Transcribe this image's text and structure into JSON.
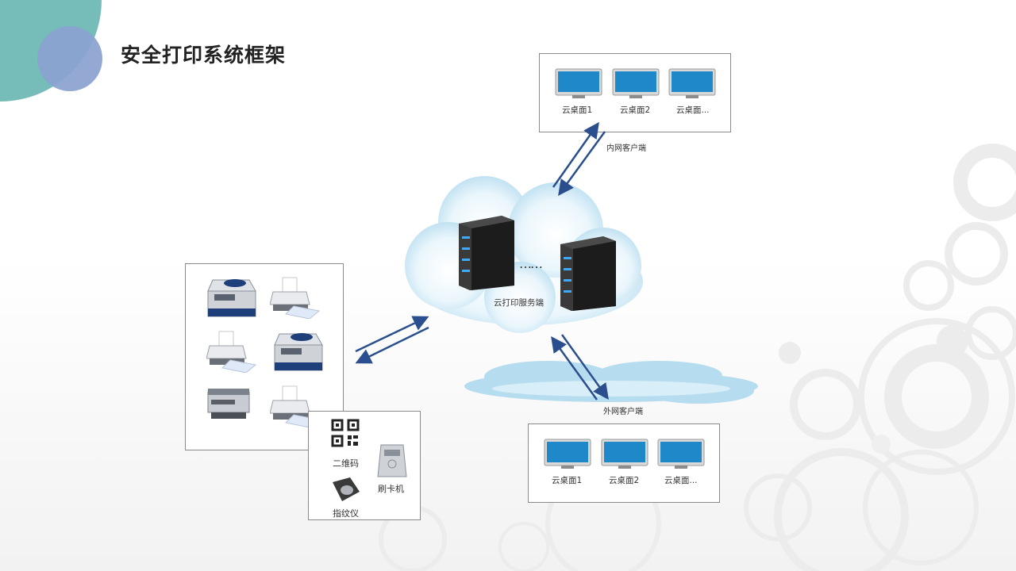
{
  "title": "安全打印系统框架",
  "server": {
    "label": "云打印服务端",
    "dots": "……"
  },
  "intranet": {
    "label": "内网客户端",
    "desktops": [
      "云桌面1",
      "云桌面2",
      "云桌面..."
    ]
  },
  "extranet": {
    "label": "外网客户端",
    "desktops": [
      "云桌面1",
      "云桌面2",
      "云桌面..."
    ]
  },
  "peripherals": {
    "qr": "二维码",
    "card_reader": "刷卡机",
    "fingerprint": "指纹仪"
  },
  "colors": {
    "arrow": "#2b4f8e",
    "cloud": "#b6dcef",
    "accent_teal": "#6fb8b4",
    "accent_blue": "#8aa2d0",
    "monitor": "#1e88c8"
  }
}
